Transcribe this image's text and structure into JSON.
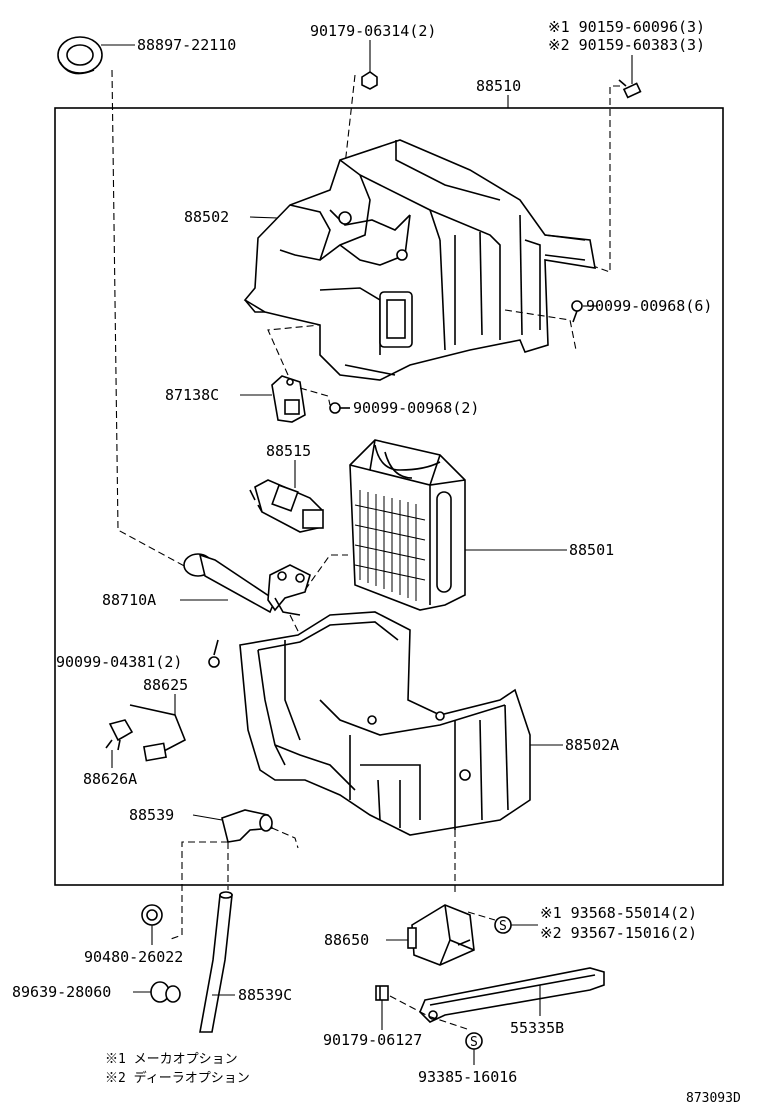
{
  "labels": {
    "p88897": "88897-22110",
    "p90179a": "90179-06314(2)",
    "note1_top": "※1 90159-60096(3)",
    "note2_top": "※2 90159-60383(3)",
    "p88510": "88510",
    "p88502": "88502",
    "p90099_6": "90099-00968(6)",
    "p87138C": "87138C",
    "p90099_2": "90099-00968(2)",
    "p88515": "88515",
    "p88501": "88501",
    "p88710A": "88710A",
    "p90099_04381": "90099-04381(2)",
    "p88625": "88625",
    "p88626A": "88626A",
    "p88502A": "88502A",
    "p88539": "88539",
    "p90480": "90480-26022",
    "p89639": "89639-28060",
    "p88539C": "88539C",
    "p88650": "88650",
    "note1_bot": "※1 93568-55014(2)",
    "note2_bot": "※2 93567-15016(2)",
    "p90179b": "90179-06127",
    "p55335B": "55335B",
    "p93385": "93385-16016",
    "legend1": "※1 メーカオプション",
    "legend2": "※2 ディーラオプション",
    "diagram_code": "873093D",
    "s_mark": "S"
  }
}
